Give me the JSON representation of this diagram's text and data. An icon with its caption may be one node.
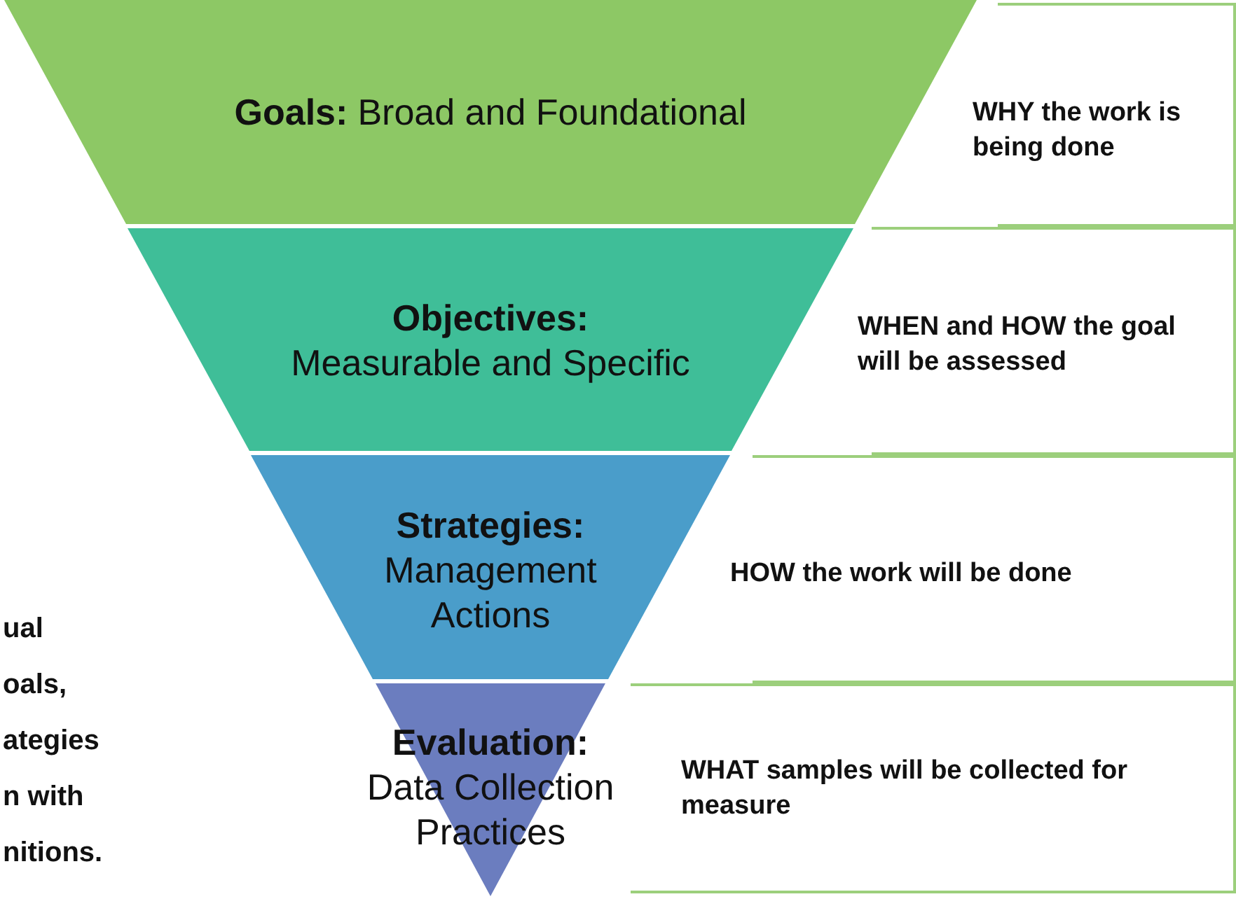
{
  "diagram": {
    "nodes": [
      {
        "text": [
          "Goals:",
          "Broad and Foundational"
        ]
      },
      {
        "text": [
          "Objectives:",
          "Measurable and Specific"
        ]
      },
      {
        "text": [
          "Strategies:",
          "Management Actions"
        ]
      },
      {
        "text": [
          "Evaluation:",
          "Data Collection Practices"
        ]
      },
      {
        "text": [
          "WHY the work is being done"
        ]
      },
      {
        "text": [
          "WHEN and HOW the goal will be assessed"
        ]
      },
      {
        "text": [
          "HOW the work will be done"
        ]
      },
      {
        "text": [
          "WHAT samples will be collected for measure"
        ]
      }
    ],
    "labels": [
      "ual",
      "oals,",
      "ategies",
      "n with",
      "nitions."
    ]
  }
}
